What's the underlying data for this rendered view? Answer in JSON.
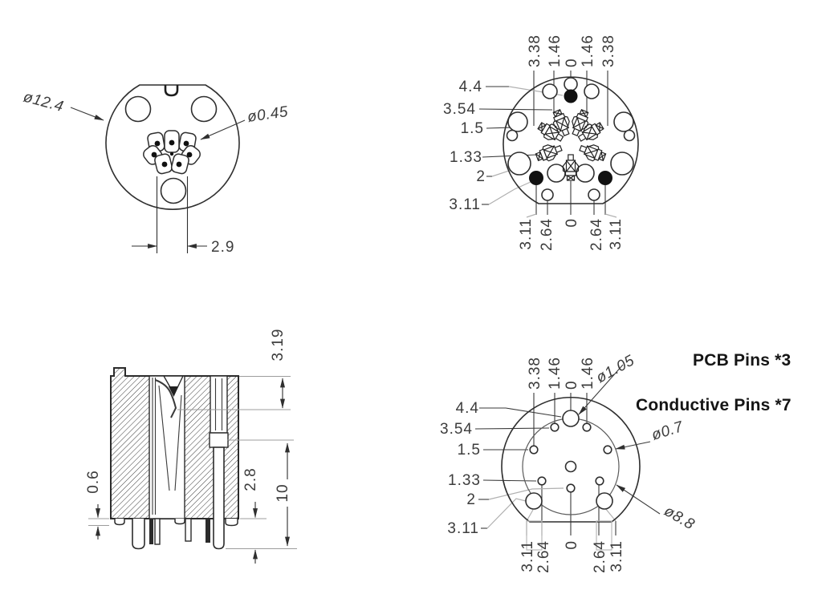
{
  "figure": {
    "kind": "connector technical drawing",
    "views": [
      "front-face",
      "contact-face",
      "cross-section",
      "pcb-footprint"
    ]
  },
  "front_view": {
    "body_diameter": "ø12.4",
    "contact_diameter": "ø0.45",
    "spacing": "2.9"
  },
  "contact_view": {
    "top_dims": [
      "3.38",
      "1.46",
      "0",
      "1.46",
      "3.38"
    ],
    "left_dims": [
      "4.4",
      "3.54",
      "1.5",
      "1.33",
      "2",
      "3.11"
    ],
    "bottom_dims": [
      "3.11",
      "2.64",
      "0",
      "2.64",
      "3.11"
    ]
  },
  "section_view": {
    "top_depth": "3.19",
    "standoff": "0.6",
    "pin_protrusion": "2.8",
    "overall": "10"
  },
  "footprint_view": {
    "top_dims": [
      "3.38",
      "1.46",
      "0",
      "1.46"
    ],
    "left_dims": [
      "4.4",
      "3.54",
      "1.5",
      "1.33",
      "2",
      "3.11"
    ],
    "bottom_dims": [
      "3.11",
      "2.64",
      "0",
      "2.64",
      "3.11"
    ],
    "pcb_pin_dia": "ø1.05",
    "pcb_pins_note": "PCB Pins *3",
    "conductive_pins_note": "Conductive Pins *7",
    "conductive_pin_dia": "ø0.7",
    "body_circle_dia": "ø8.8"
  },
  "colors": {
    "line": "#2f2f2f",
    "dim_text": "#3c3c3c",
    "leader_gray": "#b0b0b0",
    "note_text": "#151515",
    "background": "#ffffff"
  }
}
